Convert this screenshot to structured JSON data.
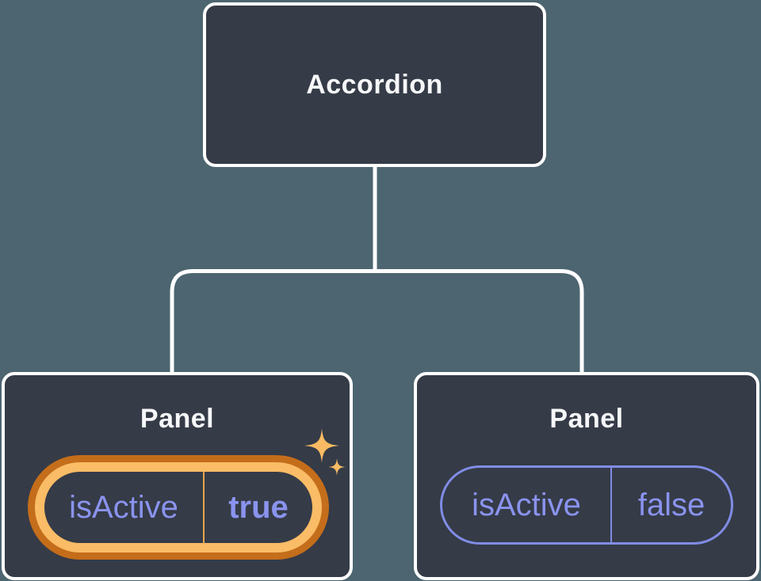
{
  "colors": {
    "bg": "#4D6570",
    "node": "#353B47",
    "line": "#FFFFFF",
    "title": "#F6F7F9",
    "accent_text": "#8A93EE",
    "accent_stroke": "#818CE5",
    "highlight_outer": "#C46D1B",
    "highlight_inner": "#FABC66",
    "highlight_divider": "#E8A64D",
    "sparkle": "#F8BB63"
  },
  "tree": {
    "root": {
      "label": "Accordion"
    },
    "panels": [
      {
        "label": "Panel",
        "prop_name": "isActive",
        "prop_value": "true",
        "highlighted": true
      },
      {
        "label": "Panel",
        "prop_name": "isActive",
        "prop_value": "false",
        "highlighted": false
      }
    ]
  }
}
